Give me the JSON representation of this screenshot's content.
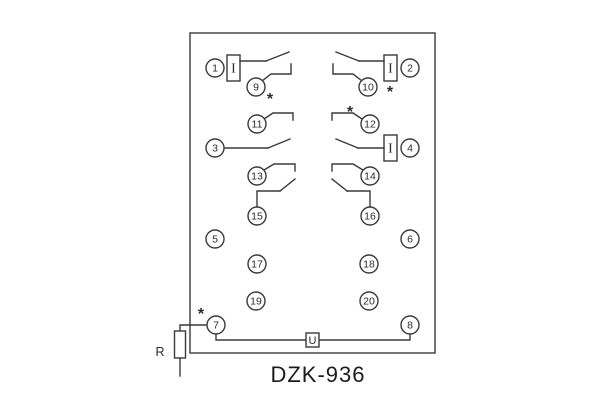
{
  "title": "DZK-936",
  "labels": {
    "coil": "I",
    "voltage_box": "U",
    "resistor": "R",
    "asterisk": "*"
  },
  "terminals": {
    "t1": "1",
    "t2": "2",
    "t3": "3",
    "t4": "4",
    "t5": "5",
    "t6": "6",
    "t7": "7",
    "t8": "8",
    "t9": "9",
    "t10": "10",
    "t11": "11",
    "t12": "12",
    "t13": "13",
    "t14": "14",
    "t15": "15",
    "t16": "16",
    "t17": "17",
    "t18": "18",
    "t19": "19",
    "t20": "20"
  }
}
